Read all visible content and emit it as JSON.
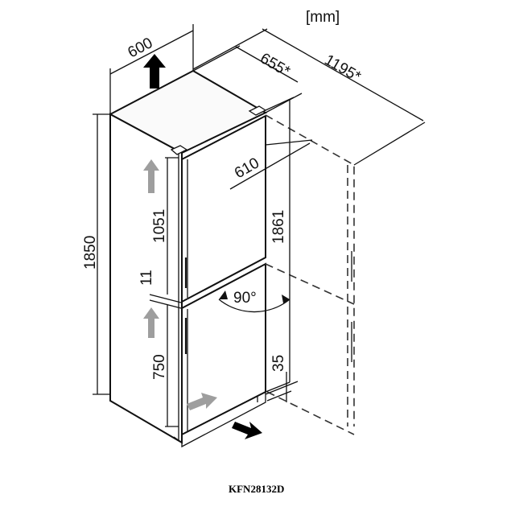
{
  "units": "[mm]",
  "model": "KFN28132D",
  "dimensions": {
    "width": "600",
    "depth_body": "655*",
    "depth_door_open": "1195*",
    "door_width": "610",
    "height_with_hinge": "1861",
    "height_total": "1850",
    "upper_door": "1051",
    "gap": "11",
    "lower_door": "750",
    "plinth": "35",
    "door_angle": "90°"
  },
  "icons": [
    "up-arrow-icon",
    "airflow-arrow-icon"
  ]
}
